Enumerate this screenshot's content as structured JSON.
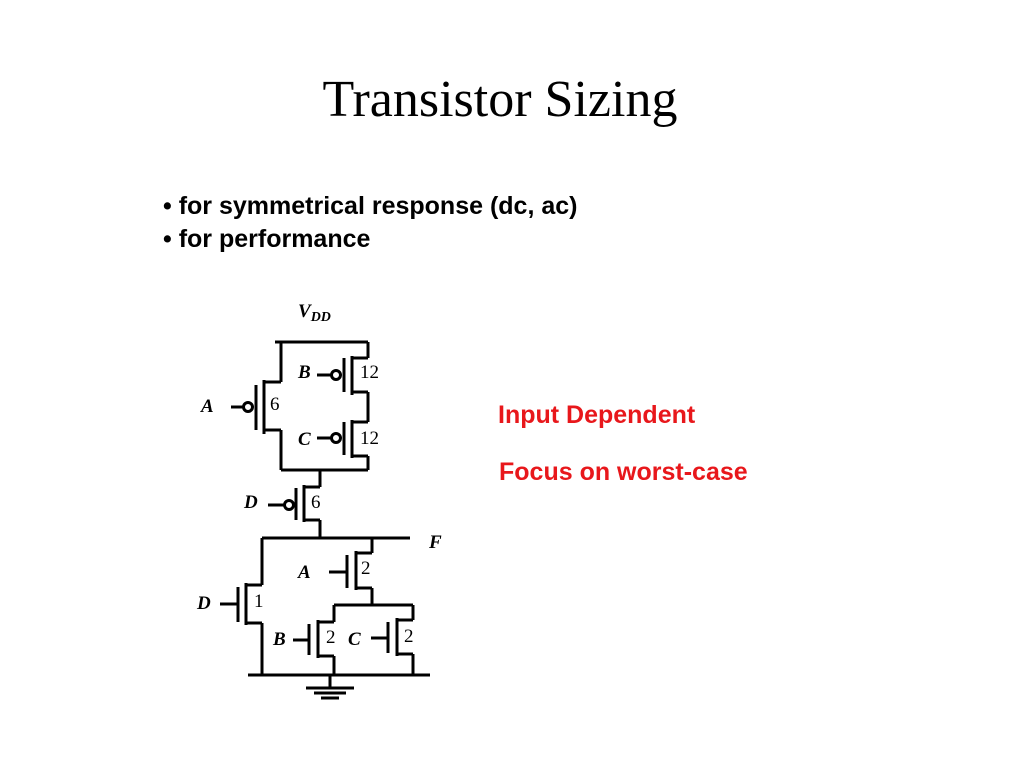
{
  "title": "Transistor Sizing",
  "bullets": [
    "• for symmetrical response (dc, ac)",
    "• for performance"
  ],
  "notes": {
    "input_dependent": "Input Dependent",
    "worst_case": "Focus on worst-case"
  },
  "schematic": {
    "vdd_main": "V",
    "vdd_sub": "DD",
    "output": "F",
    "pmos": [
      {
        "gate": "A",
        "size": "6"
      },
      {
        "gate": "B",
        "size": "12"
      },
      {
        "gate": "C",
        "size": "12"
      },
      {
        "gate": "D",
        "size": "6"
      }
    ],
    "nmos": [
      {
        "gate": "A",
        "size": "2"
      },
      {
        "gate": "D",
        "size": "1"
      },
      {
        "gate": "B",
        "size": "2"
      },
      {
        "gate": "C",
        "size": "2"
      }
    ]
  },
  "colors": {
    "note": "#e8171b",
    "wire": "#000000"
  }
}
